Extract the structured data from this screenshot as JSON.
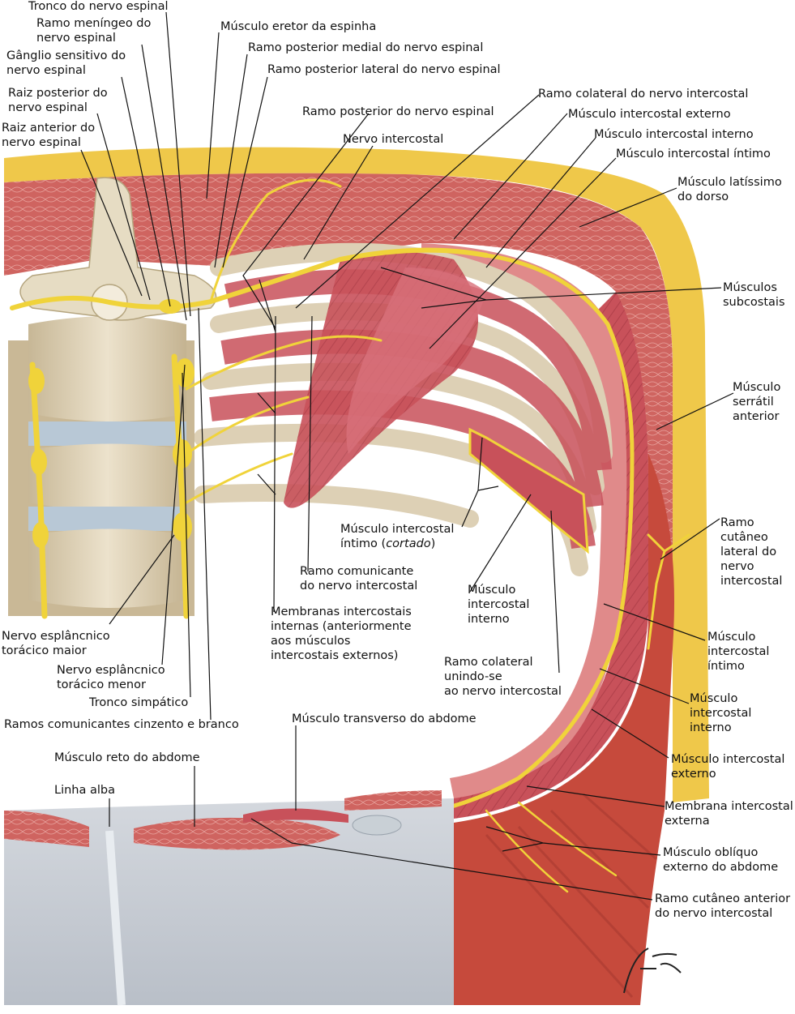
{
  "colors": {
    "muscle": "#c8515a",
    "muscle_dark": "#a83a44",
    "muscle_light": "#e08a8a",
    "fat": "#efc84a",
    "nerve": "#f0d33a",
    "bone": "#ddd0b5",
    "fascia": "#d9dde3",
    "leader": "#111111"
  },
  "labels": {
    "tronco_nervo_espinal": "Tronco do nervo espinal",
    "ramo_meningeo_1": "Ramo meníngeo do",
    "ramo_meningeo_2": "nervo espinal",
    "ganglio_1": "Gânglio sensitivo do",
    "ganglio_2": "nervo espinal",
    "raiz_posterior_1": "Raiz posterior do",
    "raiz_posterior_2": "nervo espinal",
    "raiz_anterior_1": "Raiz anterior do",
    "raiz_anterior_2": "nervo espinal",
    "eretor": "Músculo eretor da espinha",
    "post_medial": "Ramo posterior medial do nervo espinal",
    "post_lateral": "Ramo posterior lateral do nervo espinal",
    "ramo_posterior": "Ramo posterior do nervo espinal",
    "nervo_intercostal": "Nervo intercostal",
    "ramo_colateral_top": "Ramo colateral do nervo intercostal",
    "ic_externo_top": "Músculo intercostal externo",
    "ic_interno_top": "Músculo intercostal interno",
    "ic_intimo_top": "Músculo intercostal íntimo",
    "latissimo_1": "Músculo latíssimo",
    "latissimo_2": "do dorso",
    "subcostais_1": "Músculos",
    "subcostais_2": "subcostais",
    "serratil_1": "Músculo",
    "serratil_2": "serrátil",
    "serratil_3": "anterior",
    "cutaneo_lat_1": "Ramo",
    "cutaneo_lat_2": "cutâneo",
    "cutaneo_lat_3": "lateral do",
    "cutaneo_lat_4": "nervo",
    "cutaneo_lat_5": "intercostal",
    "intimo_r_1": "Músculo",
    "intimo_r_2": "intercostal",
    "intimo_r_3": "íntimo",
    "interno_r_1": "Músculo",
    "interno_r_2": "intercostal",
    "interno_r_3": "interno",
    "externo_r_1": "Músculo intercostal",
    "externo_r_2": "externo",
    "membrana_ext_1": "Membrana intercostal",
    "membrana_ext_2": "externa",
    "obliquo_1": "Músculo oblíquo",
    "obliquo_2": "externo do abdome",
    "cutaneo_ant_1": "Ramo cutâneo anterior",
    "cutaneo_ant_2": "do nervo intercostal",
    "intimo_cortado_1": "Músculo intercostal",
    "intimo_cortado_2a": "íntimo (",
    "intimo_cortado_2b": "cortado",
    "intimo_cortado_2c": ")",
    "comunicante_1": "Ramo comunicante",
    "comunicante_2": "do nervo intercostal",
    "interno_c_1": "Músculo",
    "interno_c_2": "intercostal",
    "interno_c_3": "interno",
    "membranas_int_1": "Membranas intercostais",
    "membranas_int_2": "internas (anteriormente",
    "membranas_int_3": "aos músculos",
    "membranas_int_4": "intercostais externos)",
    "colateral_unindo_1": "Ramo colateral",
    "colateral_unindo_2": "unindo-se",
    "colateral_unindo_3": "ao nervo intercostal",
    "esplancnico_maior_1": "Nervo esplâncnico",
    "esplancnico_maior_2": "torácico maior",
    "esplancnico_menor_1": "Nervo esplâncnico",
    "esplancnico_menor_2": "torácico menor",
    "tronco_simpatico": "Tronco simpático",
    "ramos_comunicantes": "Ramos comunicantes cinzento e branco",
    "transverso": "Músculo transverso do abdome",
    "reto": "Músculo reto do abdome",
    "linha_alba": "Linha alba"
  }
}
